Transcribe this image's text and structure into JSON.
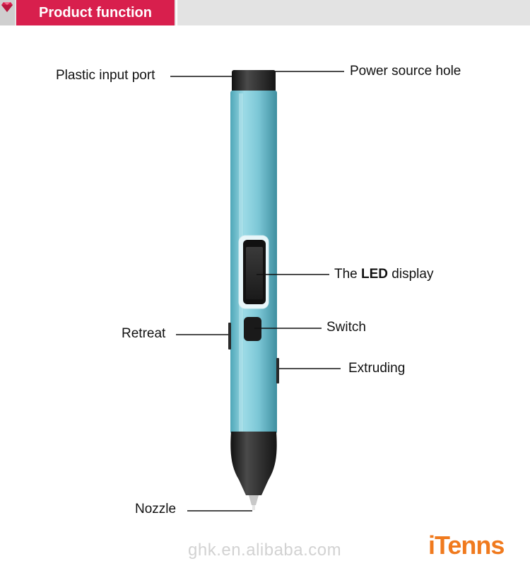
{
  "header": {
    "title": "Product function",
    "accent": "#d81f4d",
    "bar_color": "#e3e3e3"
  },
  "pen": {
    "body_color": "#7cc7d6",
    "tip_color": "#2a2a2a"
  },
  "labels": {
    "plastic_input_port": "Plastic input port",
    "power_source_hole": "Power source hole",
    "led_prefix": "The ",
    "led_bold": "LED",
    "led_suffix": " display",
    "switch": "Switch",
    "retreat": "Retreat",
    "extruding": "Extruding",
    "nozzle": "Nozzle"
  },
  "footer": {
    "watermark": "ghk.en.alibaba.com",
    "brand": "iTenns",
    "brand_color": "#f07a1e"
  }
}
